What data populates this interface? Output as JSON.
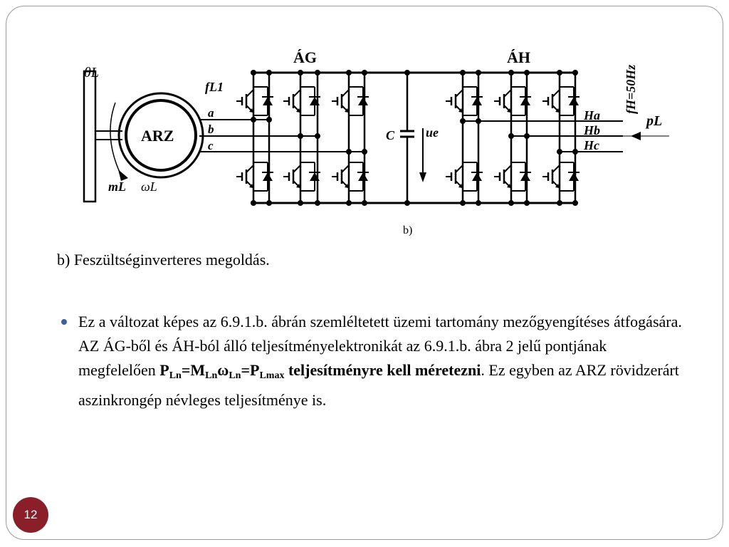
{
  "diagram": {
    "labels": {
      "theta_l": "θL",
      "f_l1": "fL1",
      "phase_a": "a",
      "phase_b": "b",
      "phase_c": "c",
      "motor": "ARZ",
      "m_l": "mL",
      "omega_l": "ωL",
      "ag": "ÁG",
      "ah": "ÁH",
      "capacitor": "C",
      "voltage": "ue",
      "fh": "fH=50Hz",
      "ha": "Ha",
      "hb": "Hb",
      "hc": "Hc",
      "p_l": "pL"
    },
    "caption": "b)"
  },
  "content": {
    "subtitle": "b) Feszültséginverteres megoldás.",
    "bullet": {
      "part1": "Ez a változat képes az 6.9.1.b. ábrán szemléltetett üzemi tartomány mezőgyengítéses átfogására. AZ ÁG-ből és ÁH-ból álló teljesítményelektronikát az 6.9.1.b. ábra 2 jelű pontjának megfelelően",
      "formula": {
        "p": "P",
        "ln1": "Ln",
        "eq1": "=",
        "m": "M",
        "ln2": "Ln",
        "omega": "ω",
        "ln3": "Ln",
        "eq2": "=",
        "p2": "P",
        "lmax": "Lmax"
      },
      "bold_tail": "teljesítményre kell méretezni",
      "part2": ". Ez egyben az ARZ rövidzerárt aszinkrongép névleges teljesítménye is."
    }
  },
  "page_number": "12"
}
